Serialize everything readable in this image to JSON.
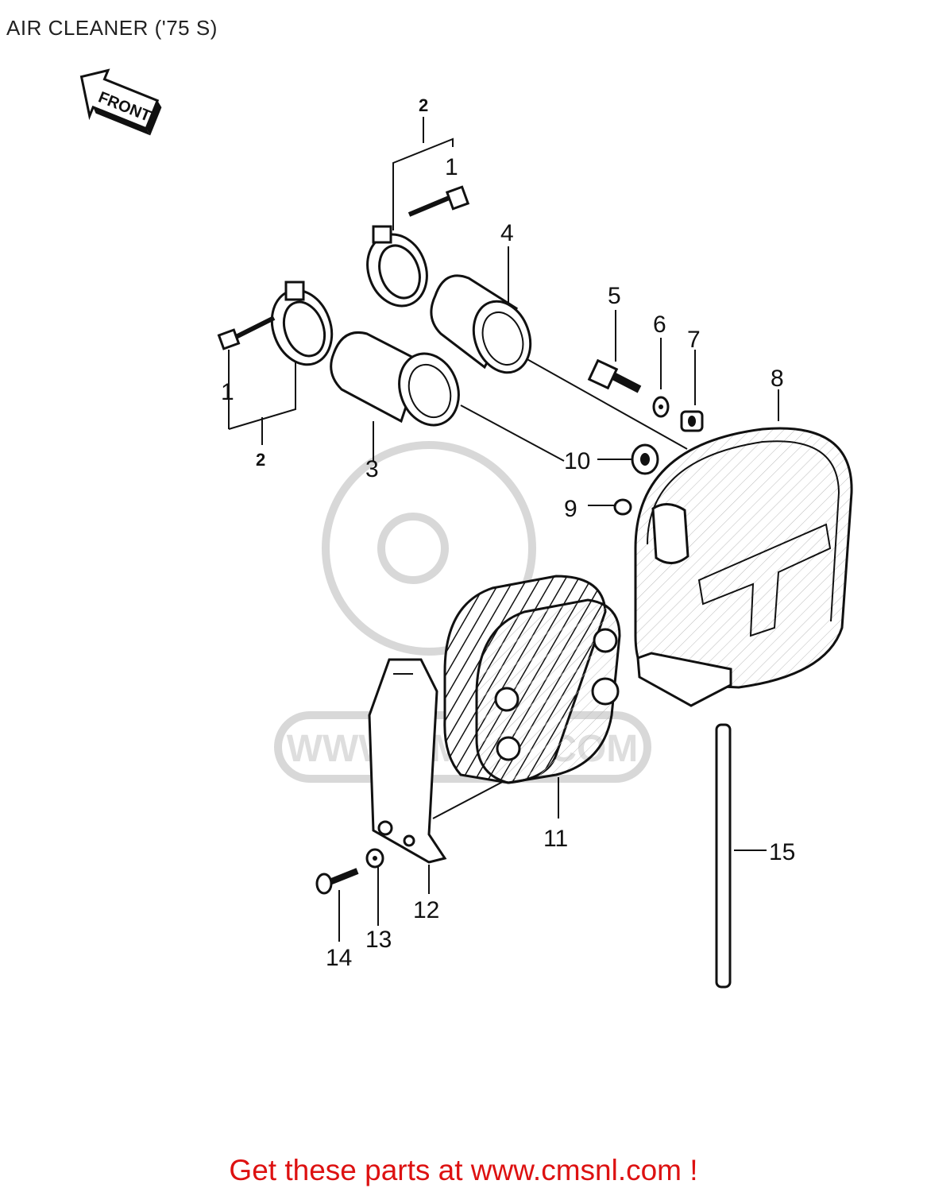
{
  "header": {
    "title": "AIR CLEANER ('75 S)"
  },
  "front_arrow": {
    "label": "FRONT"
  },
  "callouts": [
    {
      "id": "clamp-group-top-2",
      "text": "2"
    },
    {
      "id": "screw-top-1",
      "text": "1"
    },
    {
      "id": "duct-4",
      "text": "4"
    },
    {
      "id": "bolt-5",
      "text": "5"
    },
    {
      "id": "washer-6",
      "text": "6"
    },
    {
      "id": "nut-7",
      "text": "7"
    },
    {
      "id": "case-8",
      "text": "8"
    },
    {
      "id": "screw-left-1",
      "text": "1"
    },
    {
      "id": "clamp-group-left-2",
      "text": "2"
    },
    {
      "id": "duct-3",
      "text": "3"
    },
    {
      "id": "grommet-10",
      "text": "10"
    },
    {
      "id": "cap-9",
      "text": "9"
    },
    {
      "id": "element-11",
      "text": "11"
    },
    {
      "id": "bracket-12",
      "text": "12"
    },
    {
      "id": "washer-13",
      "text": "13"
    },
    {
      "id": "screw-14",
      "text": "14"
    },
    {
      "id": "pipe-15",
      "text": "15"
    }
  ],
  "watermark": {
    "text": "WWW.CMSNL.COM"
  },
  "footer": {
    "text": "Get these parts at www.cmsnl.com !"
  },
  "colors": {
    "footer": "#dd1111",
    "line": "#111111",
    "watermark": "#d8d8d8"
  }
}
